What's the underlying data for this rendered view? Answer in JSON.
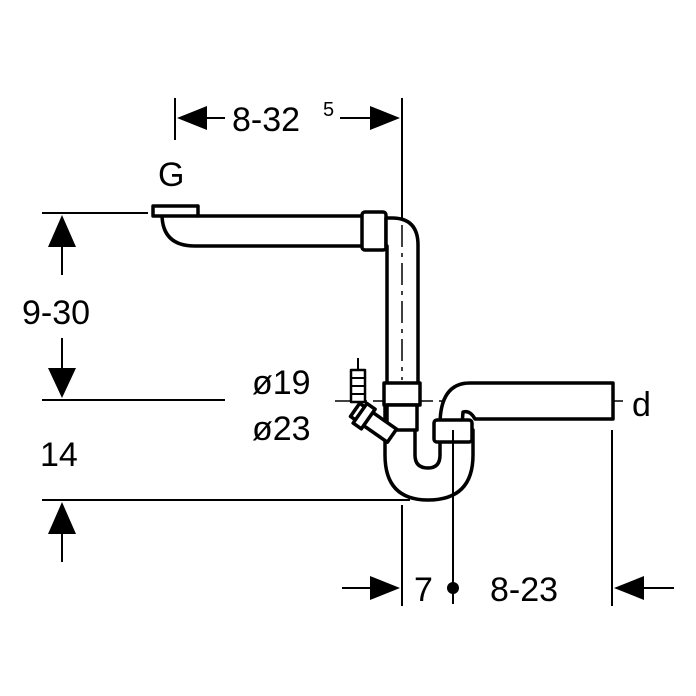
{
  "dimensions": {
    "top_width": "8-32",
    "top_width_superscript": "5",
    "height_upper": "9-30",
    "height_lower": "14",
    "bottom_offset": "7",
    "bottom_width": "8-23"
  },
  "labels": {
    "inlet": "G",
    "outlet": "d",
    "hose_diameter_1": "ø19",
    "hose_diameter_2": "ø23"
  }
}
